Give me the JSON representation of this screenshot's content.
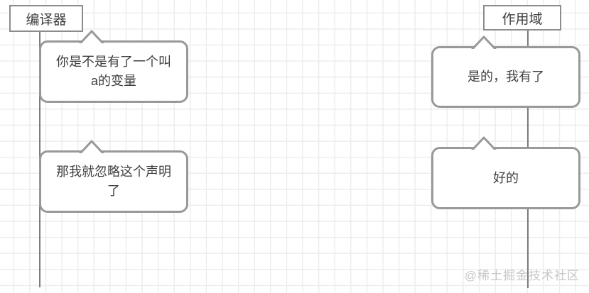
{
  "diagram": {
    "actors": [
      {
        "id": "compiler",
        "label": "编译器"
      },
      {
        "id": "scope",
        "label": "作用域"
      }
    ],
    "messages": [
      {
        "speaker": "编译器",
        "text": "你是不是有了一个叫a的变量"
      },
      {
        "speaker": "作用域",
        "text": "是的，我有了"
      },
      {
        "speaker": "编译器",
        "text": "那我就忽略这个声明了"
      },
      {
        "speaker": "作用域",
        "text": "好的"
      }
    ]
  },
  "watermark": {
    "text": "@稀土掘金技术社区"
  },
  "colors": {
    "background": "#ffffff",
    "grid_line": "#ededed",
    "shape_border": "#999999",
    "actor_border": "#8c8c8c",
    "lifeline": "#7d7d7d",
    "text": "#3f3f3f",
    "watermark_text": "#c8c8c8"
  }
}
